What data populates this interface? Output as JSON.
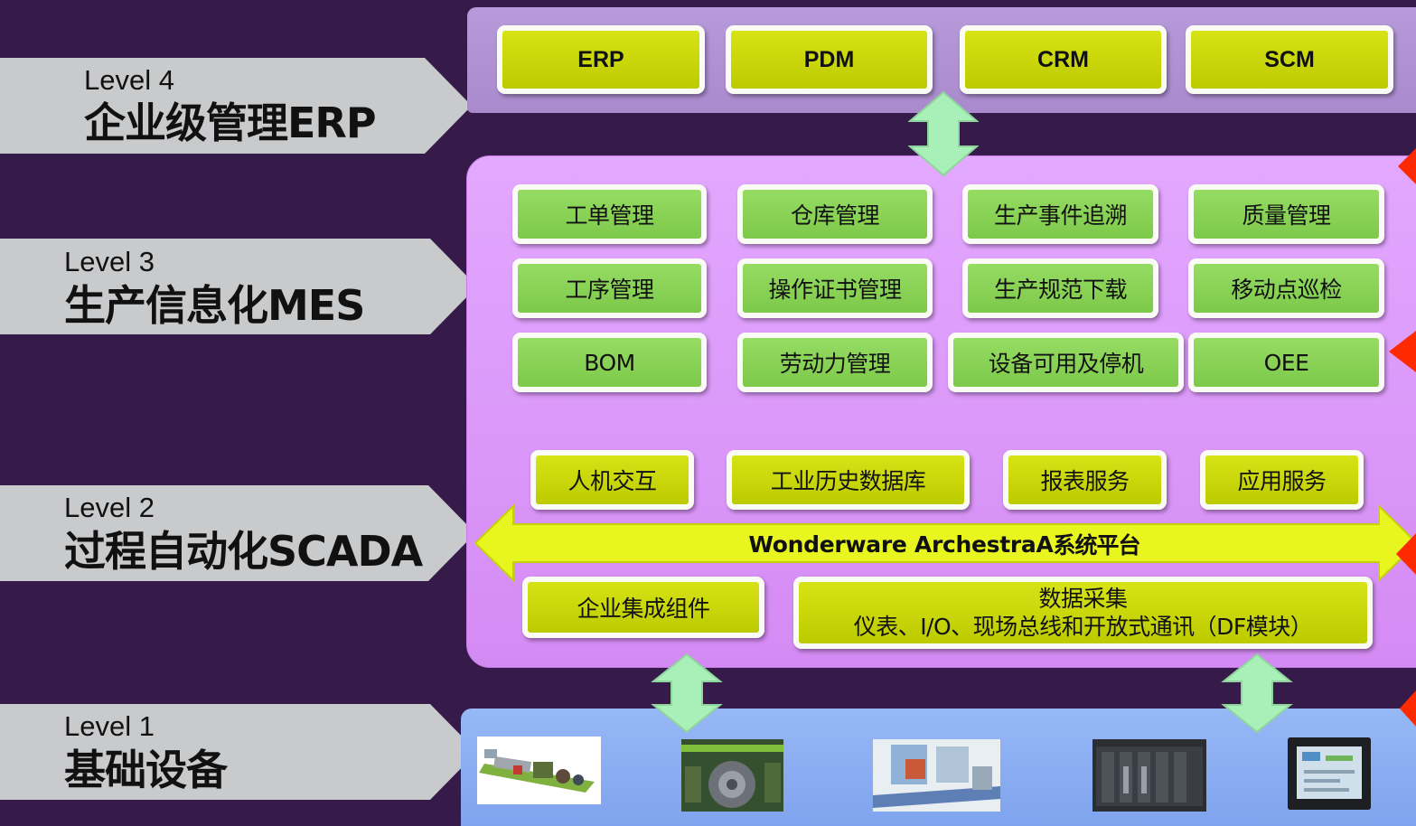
{
  "levels": [
    {
      "num": "Level 4",
      "name": "企业级管理ERP"
    },
    {
      "num": "Level 3",
      "name": "生产信息化MES"
    },
    {
      "num": "Level 2",
      "name": "过程自动化SCADA"
    },
    {
      "num": "Level 1",
      "name": "基础设备"
    }
  ],
  "level4_boxes": [
    "ERP",
    "PDM",
    "CRM",
    "SCM"
  ],
  "mes_rows": [
    [
      "工单管理",
      "仓库管理",
      "生产事件追溯",
      "质量管理"
    ],
    [
      "工序管理",
      "操作证书管理",
      "生产规范下载",
      "移动点巡检"
    ],
    [
      "BOM",
      "劳动力管理",
      "设备可用及停机",
      "OEE"
    ]
  ],
  "scada_top": [
    "人机交互",
    "工业历史数据库",
    "报表服务",
    "应用服务"
  ],
  "platform": {
    "name_bold": "Wonderware ArchestraA",
    "name_rest": "系统平台"
  },
  "scada_bottom": {
    "integration": "企业集成组件",
    "acquisition_title": "数据采集",
    "acquisition_detail": "仪表、I/O、现场总线和开放式通讯（DF模块）"
  },
  "equipment_icons": [
    "production-line-image",
    "machine-image",
    "workstation-image",
    "plc-rack-image",
    "touch-panel-image"
  ],
  "colors": {
    "background": "#351a4a",
    "level_arrow": "#c9cacc",
    "panel_l4": "#b59bd6",
    "panel_l3": "#dc98fb",
    "panel_l1": "#8aaef2",
    "box_yellow": "#c7d600",
    "box_green": "#86d151",
    "connector_arrow": "#a8efb8",
    "band_arrow": "#e8f51e",
    "edge_marker": "#ff2a00"
  }
}
